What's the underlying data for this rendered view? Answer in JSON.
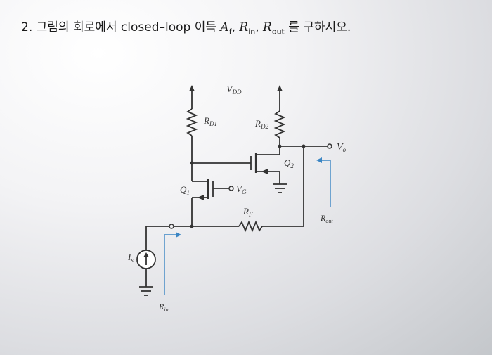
{
  "question": {
    "number": "2.",
    "text_before": "그림의 회로에서 closed–loop 이득",
    "af_main": "A",
    "af_sub": "f",
    "rin_main": "R",
    "rin_sub": "in",
    "rout_main": "R",
    "rout_sub": "out",
    "text_after": "를 구하시오."
  },
  "circuit": {
    "vdd": "V",
    "vdd_sub": "DD",
    "rd1": "R",
    "rd1_sub": "D1",
    "rd2": "R",
    "rd2_sub": "D2",
    "q1": "Q",
    "q1_sub": "1",
    "q2": "Q",
    "q2_sub": "2",
    "vg": "V",
    "vg_sub": "G",
    "vo": "V",
    "vo_sub": "o",
    "rf": "R",
    "rf_sub": "F",
    "is": "I",
    "is_sub": "s",
    "rout_label": "R",
    "rout_label_sub": "out",
    "rin_label": "R",
    "rin_label_sub": "in"
  }
}
